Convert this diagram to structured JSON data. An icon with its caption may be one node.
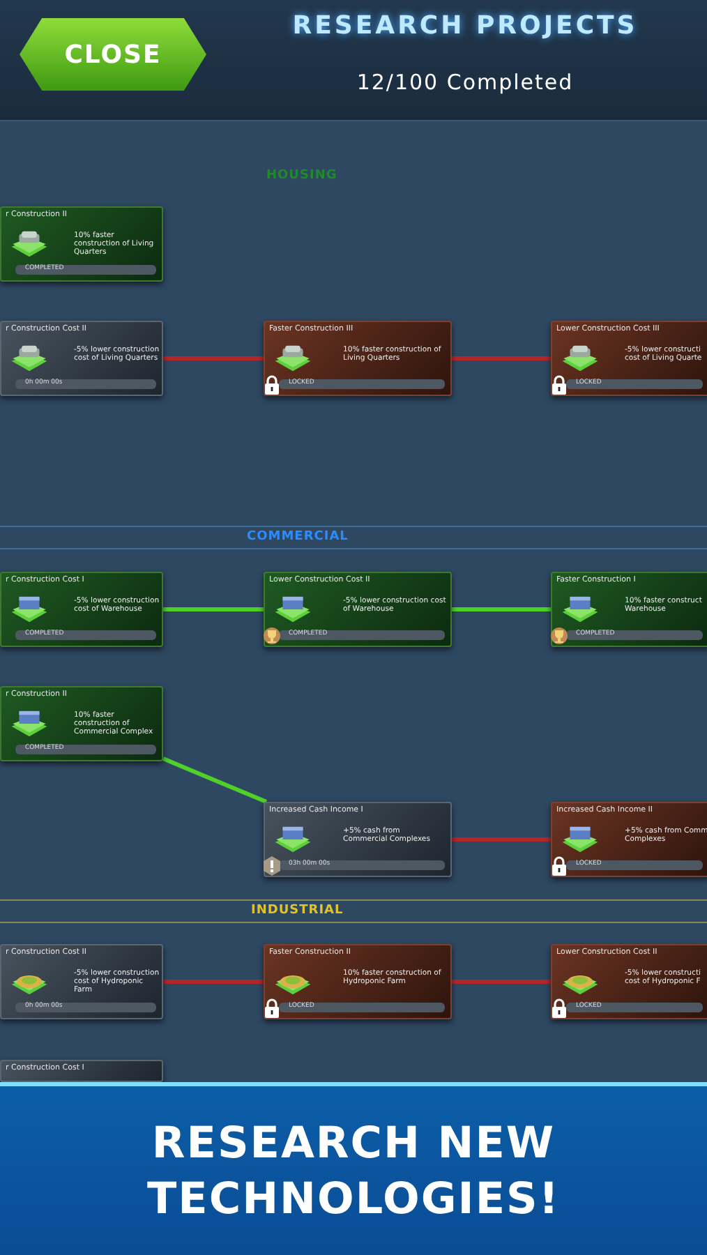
{
  "diagram": {
    "title": "RESEARCH PROJECTS",
    "caption": "RESEARCH NEW TECHNOLOGIES!",
    "nodes": [
      {
        "text": [
          "r Construction II",
          "10% faster construction of Living Quarters",
          "COMPLETED"
        ]
      },
      {
        "text": [
          "r Construction Cost II",
          "-5% lower construction cost of Living Quarters",
          "0h 00m 00s"
        ]
      },
      {
        "text": [
          "Faster Construction III",
          "10% faster construction of Living Quarters",
          "LOCKED"
        ]
      },
      {
        "text": [
          "Lower Construction Cost III",
          "-5% lower constructi cost of Living Quarte",
          "LOCKED"
        ]
      },
      {
        "text": [
          "r Construction Cost I",
          "-5% lower construction cost of Warehouse",
          "COMPLETED"
        ]
      },
      {
        "text": [
          "Lower Construction Cost II",
          "-5% lower construction cost of Warehouse",
          "COMPLETED"
        ]
      },
      {
        "text": [
          "Faster Construction I",
          "10% faster construct Warehouse",
          "COMPLETED"
        ]
      },
      {
        "text": [
          "r Construction II",
          "10% faster construction of Commercial Complex",
          "COMPLETED"
        ]
      },
      {
        "text": [
          "Increased Cash Income I",
          "+5% cash from Commercial Complexes",
          "03h 00m 00s"
        ]
      },
      {
        "text": [
          "Increased Cash Income II",
          "+5% cash from Comm Complexes",
          "LOCKED"
        ]
      },
      {
        "text": [
          "r Construction Cost II",
          "-5% lower construction cost of Hydroponic Farm",
          "0h 00m 00s"
        ]
      },
      {
        "text": [
          "Faster Construction II",
          "10% faster construction of Hydroponic Farm",
          "LOCKED"
        ]
      },
      {
        "text": [
          "Lower Construction Cost II",
          "-5% lower constructi cost of Hydroponic F",
          "LOCKED"
        ]
      },
      {
        "text": [
          "r Construction Cost I"
        ]
      }
    ],
    "edges": [
      {
        "from": 1,
        "to": 2,
        "arrow": "none"
      },
      {
        "from": 2,
        "to": 3,
        "arrow": "none"
      },
      {
        "from": 4,
        "to": 5,
        "arrow": "none",
        "color": "#4fd12a"
      },
      {
        "from": 5,
        "to": 6,
        "arrow": "none",
        "color": "#4fd12a"
      },
      {
        "from": 7,
        "to": 8,
        "arrow": "none",
        "color": "#4fd12a"
      },
      {
        "from": 8,
        "to": 9,
        "arrow": "none"
      },
      {
        "from": 10,
        "to": 11,
        "arrow": "none"
      },
      {
        "from": 11,
        "to": 12,
        "arrow": "none"
      }
    ],
    "labels": [
      "CLOSE",
      "12/100 Completed",
      "HOUSING",
      "COMMERCIAL",
      "INDUSTRIAL"
    ]
  }
}
